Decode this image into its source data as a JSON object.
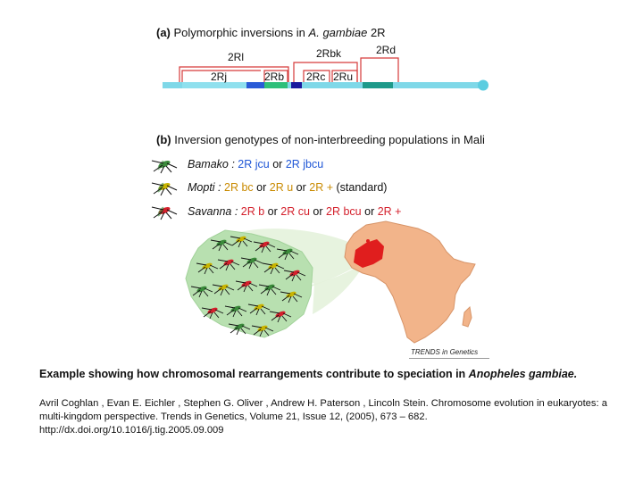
{
  "panel_a": {
    "letter": "(a)",
    "title": "Polymorphic inversions in",
    "species": "A. gambiae",
    "suffix": "2R",
    "inversions": {
      "rl": "2Rl",
      "rbk": "2Rbk",
      "rd": "2Rd",
      "rj": "2Rj",
      "rb": "2Rb",
      "rc": "2Rc",
      "ru": "2Ru"
    }
  },
  "panel_b": {
    "letter": "(b)",
    "title": "Inversion genotypes of non-interbreeding populations in Mali",
    "populations": [
      {
        "name": "Bamako :",
        "genotypes": [
          "2R jcu",
          "or",
          "2R jbcu"
        ]
      },
      {
        "name": "Mopti :",
        "genotypes": [
          "2R bc",
          "or",
          "2R u",
          "or",
          "2R +",
          "(standard)"
        ]
      },
      {
        "name": "Savanna :",
        "genotypes": [
          "2R b",
          "or",
          "2R cu",
          "or",
          "2R bcu",
          "or",
          "2R +"
        ]
      }
    ]
  },
  "credit": "TRENDS in Genetics",
  "caption": {
    "text": "Example showing how chromosomal rearrangements contribute to speciation in",
    "species": "Anopheles gambiae."
  },
  "citation": "Avril Coghlan , Evan E. Eichler , Stephen G. Oliver , Andrew H. Paterson , Lincoln Stein. Chromosome evolution in eukaryotes: a multi-kingdom perspective. Trends in Genetics, Volume 21, Issue 12, (2005), 673 – 682. http://dx.doi.org/10.1016/j.tig.2005.09.009",
  "colors": {
    "chromosome": "#7fd8e8",
    "chromosome_end": "#5ccde0",
    "bracket": "#d63a3a",
    "segment_blue": "#2a5bd7",
    "segment_green": "#2fbf7a",
    "segment_navy": "#1a1a9e",
    "segment_teal": "#1e9a8a",
    "mosquito_green": "#3a8a3a",
    "mosquito_yellow": "#c9b400",
    "mosquito_red": "#d4202c",
    "map_region": "#b8e0b0",
    "africa": "#f2b48a",
    "mali": "#e01e1e",
    "link_band": "#e4f2dc"
  }
}
